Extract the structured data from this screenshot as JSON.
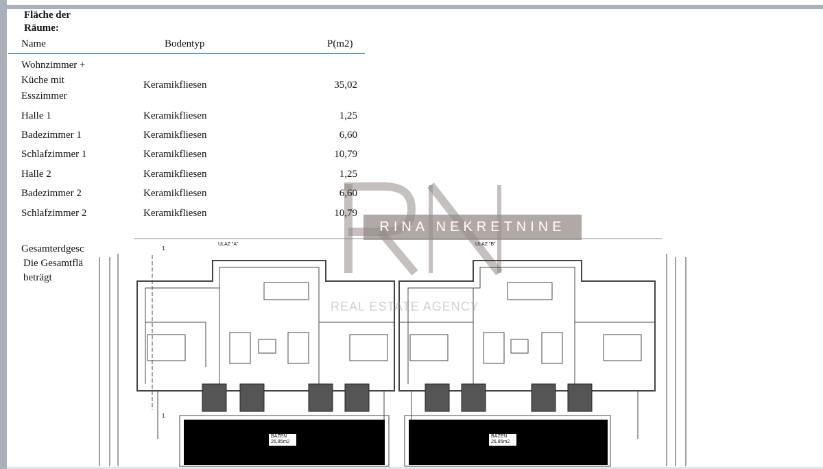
{
  "title_line1": "Fläche der",
  "title_line2": "Räume:",
  "table": {
    "headers": {
      "name": "Name",
      "floor": "Bodentyp",
      "area": "P(m2)"
    },
    "rows": [
      {
        "name_lines": [
          "Wohnzimmer +",
          "Küche mit",
          "Esszimmer"
        ],
        "floor": "Keramikfliesen",
        "area": "35,02"
      },
      {
        "name": "Halle 1",
        "floor": "Keramikfliesen",
        "area": "1,25"
      },
      {
        "name": "Badezimmer 1",
        "floor": "Keramikfliesen",
        "area": "6,60"
      },
      {
        "name": "Schlafzimmer 1",
        "floor": "Keramikfliesen",
        "area": "10,79"
      },
      {
        "name": "Halle 2",
        "floor": "Keramikfliesen",
        "area": "1,25"
      },
      {
        "name": "Badezimmer 2",
        "floor": "Keramikfliesen",
        "area": "6,60"
      },
      {
        "name": "Schlafzimmer 2",
        "floor": "Keramikfliesen",
        "area": "10,79"
      }
    ]
  },
  "summary_lines": [
    "Gesamterdgesc",
    "Die Gesamtflä",
    "beträgt"
  ],
  "watermark": {
    "brand": "RINA NEKRETNINE",
    "tagline": "REAL ESTATE AGENCY",
    "monogram": "RN"
  },
  "plan": {
    "entrance_a": "ULAZ \"A\"",
    "entrance_b": "ULAZ \"B\"",
    "section_marker": "1",
    "pool_label": "BAZEN",
    "pool_area": "26,85m2"
  }
}
